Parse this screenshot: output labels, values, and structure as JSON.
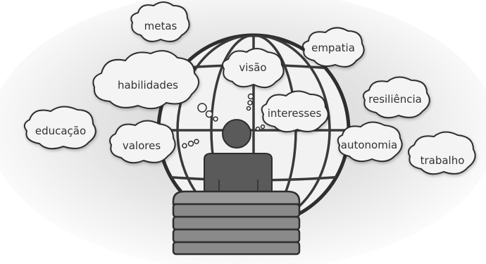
{
  "diagram": {
    "words": [
      {
        "id": "metas",
        "text": "metas"
      },
      {
        "id": "empatia",
        "text": "empatia"
      },
      {
        "id": "visao",
        "text": "visão"
      },
      {
        "id": "habilidades",
        "text": "habilidades"
      },
      {
        "id": "resiliencia",
        "text": "resiliência"
      },
      {
        "id": "interesses",
        "text": "interesses"
      },
      {
        "id": "educacao",
        "text": "educação"
      },
      {
        "id": "valores",
        "text": "valores"
      },
      {
        "id": "autonomia",
        "text": "autonomia"
      },
      {
        "id": "trabalho",
        "text": "trabalho"
      }
    ]
  },
  "colors": {
    "cloud_fill": "#f4f4f4",
    "cloud_stroke": "#2e2e2e",
    "globe_fill": "#f2f2f2",
    "globe_stroke": "#2e2e2e",
    "person_fill": "#5a5a5a",
    "books_fill": "#8a8a8a",
    "text": "#333333"
  }
}
